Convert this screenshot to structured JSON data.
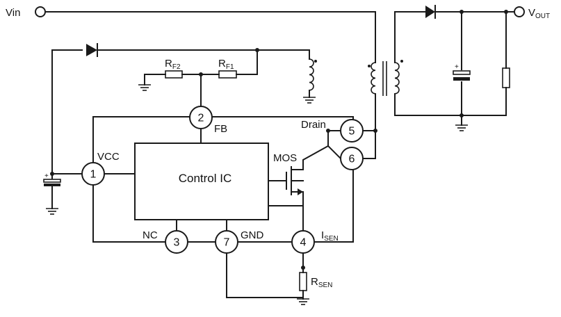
{
  "terminals": {
    "vin": "Vin",
    "vout_main": "V",
    "vout_sub": "OUT"
  },
  "resistors": {
    "rf2_main": "R",
    "rf2_sub": "F2",
    "rf1_main": "R",
    "rf1_sub": "F1",
    "rsen_main": "R",
    "rsen_sub": "SEN"
  },
  "ic": {
    "label": "Control IC",
    "mos_label": "MOS"
  },
  "pins": [
    {
      "num": "1",
      "label": "VCC"
    },
    {
      "num": "2",
      "label": "FB"
    },
    {
      "num": "3",
      "label": "NC"
    },
    {
      "num": "4",
      "label_main": "I",
      "label_sub": "SEN"
    },
    {
      "num": "5",
      "label": "Drain"
    },
    {
      "num": "6",
      "label": ""
    },
    {
      "num": "7",
      "label": "GND"
    }
  ],
  "polarity_mark": "+"
}
